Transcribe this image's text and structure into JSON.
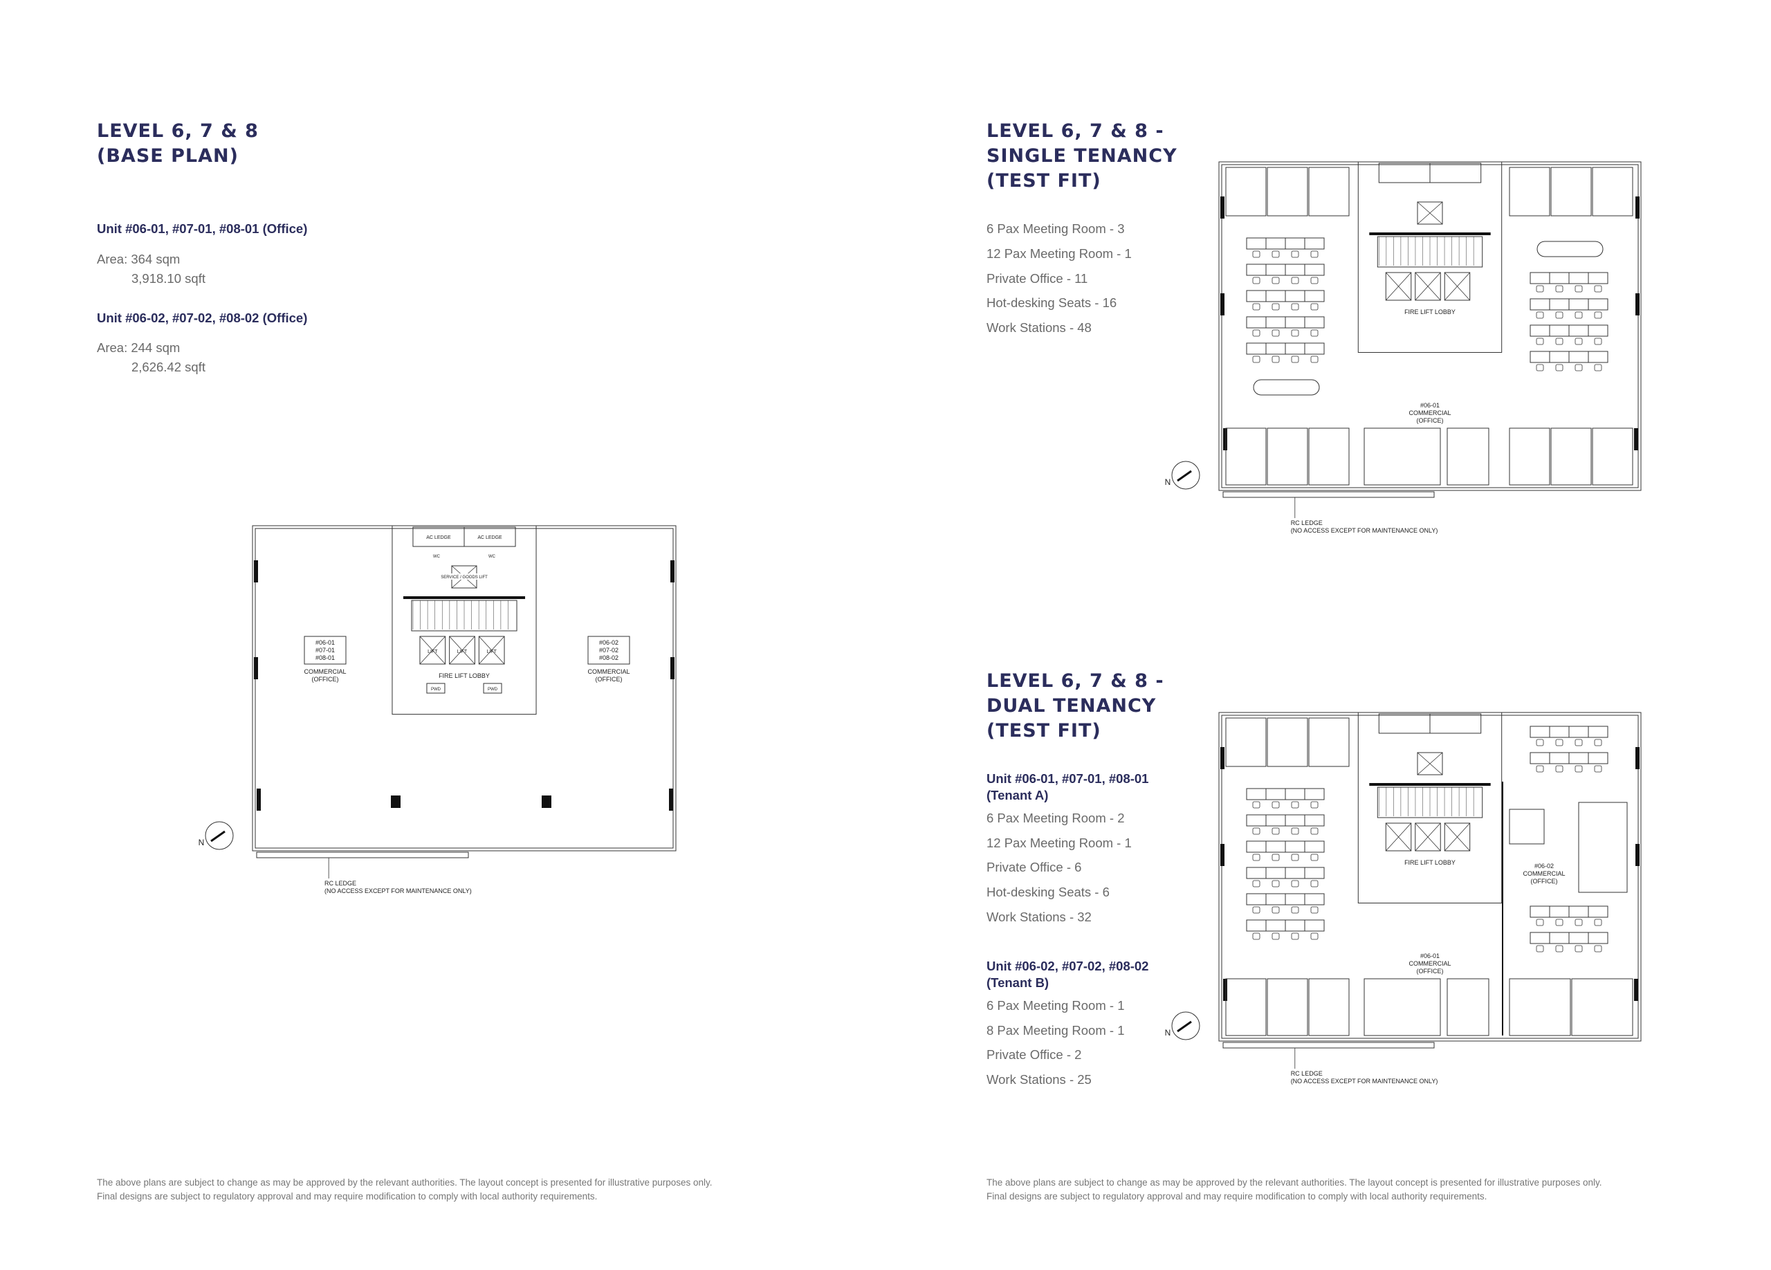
{
  "base": {
    "title_line1": "LEVEL 6, 7 & 8",
    "title_line2": "(BASE PLAN)",
    "units": [
      {
        "heading": "Unit #06-01, #07-01, #08-01 (Office)",
        "area_sqm": "Area: 364 sqm",
        "area_sqft": "3,918.10 sqft"
      },
      {
        "heading": "Unit #06-02, #07-02, #08-02 (Office)",
        "area_sqm": "Area: 244 sqm",
        "area_sqft": "2,626.42 sqft"
      }
    ],
    "plan": {
      "unit_left": [
        "#06-01",
        "#07-01",
        "#08-01"
      ],
      "unit_right": [
        "#06-02",
        "#07-02",
        "#08-02"
      ],
      "use": [
        "COMMERCIAL",
        "(OFFICE)"
      ],
      "fire_lift_lobby": "FIRE LIFT LOBBY",
      "ac_ledge": "AC LEDGE",
      "lift": "LIFT",
      "pwd": "PWD",
      "wc": "WC",
      "service_lift": "SERVICE / GOODS LIFT",
      "rc_ledge": "RC LEDGE",
      "rc_ledge_note": "(NO ACCESS EXCEPT FOR MAINTENANCE ONLY)",
      "north": "N"
    }
  },
  "single": {
    "title_line1": "LEVEL 6, 7 & 8 -",
    "title_line2": "SINGLE TENANCY",
    "title_line3": "(TEST FIT)",
    "items": [
      "6 Pax Meeting Room - 3",
      "12 Pax Meeting Room - 1",
      "Private Office - 11",
      "Hot-desking Seats - 16",
      "Work Stations - 48"
    ],
    "plan": {
      "unit": "#06-01",
      "use": [
        "COMMERCIAL",
        "(OFFICE)"
      ],
      "fire_lift_lobby": "FIRE LIFT LOBBY",
      "rc_ledge": "RC LEDGE",
      "rc_ledge_note": "(NO ACCESS EXCEPT FOR MAINTENANCE ONLY)",
      "north": "N"
    }
  },
  "dual": {
    "title_line1": "LEVEL 6, 7 & 8 -",
    "title_line2": "DUAL TENANCY",
    "title_line3": "(TEST FIT)",
    "tenant_a": {
      "heading_line1": "Unit #06-01, #07-01, #08-01",
      "heading_line2": "(Tenant A)",
      "items": [
        "6 Pax Meeting Room - 2",
        "12 Pax Meeting Room - 1",
        "Private Office - 6",
        "Hot-desking Seats - 6",
        "Work Stations - 32"
      ]
    },
    "tenant_b": {
      "heading_line1": "Unit #06-02, #07-02, #08-02",
      "heading_line2": "(Tenant B)",
      "items": [
        "6 Pax Meeting Room - 1",
        "8 Pax Meeting Room - 1",
        "Private Office - 2",
        "Work Stations - 25"
      ]
    },
    "plan": {
      "unit_a": "#06-01",
      "unit_b": "#06-02",
      "use": [
        "COMMERCIAL",
        "(OFFICE)"
      ],
      "fire_lift_lobby": "FIRE LIFT LOBBY",
      "rc_ledge": "RC LEDGE",
      "rc_ledge_note": "(NO ACCESS EXCEPT FOR MAINTENANCE ONLY)",
      "north": "N"
    }
  },
  "disclaimer": {
    "line1": "The above plans are subject to change as may be approved by the relevant authorities. The layout concept is presented for illustrative purposes only.",
    "line2": "Final designs are subject to regulatory approval and may require modification to comply with local authority requirements."
  },
  "colors": {
    "heading": "#2b2d5c",
    "body": "#6a6a6a"
  }
}
